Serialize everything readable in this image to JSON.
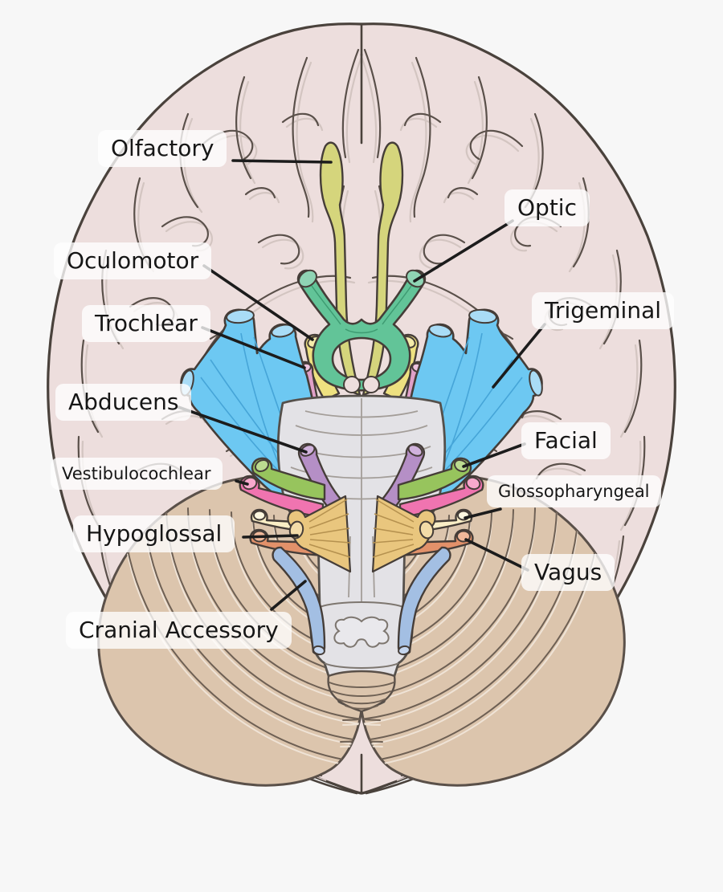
{
  "labels": {
    "olfactory": "Olfactory",
    "optic": "Optic",
    "oculomotor": "Oculomotor",
    "trochlear": "Trochlear",
    "trigeminal": "Trigeminal",
    "abducens": "Abducens",
    "facial": "Facial",
    "vestibulocochlear": "Vestibulocochlear",
    "glossopharyngeal": "Glossopharyngeal",
    "hypoglossal": "Hypoglossal",
    "vagus": "Vagus",
    "cranial_accessory": "Cranial Accessory"
  },
  "colors": {
    "background": "#f7f7f7",
    "cerebrum": "#eddedd",
    "cerebrum_outline": "#4a423c",
    "gyri": "#5a504a",
    "gyri_light": "#d3c5c1",
    "cerebellum": "#dcc5ad",
    "cerebellum_line": "#6e6054",
    "cerebellum_line_light": "#efe3d6",
    "brainstem": "#e3e2e6",
    "brainstem_line": "#55504b",
    "brainstem_striation": "#a39d98",
    "nerve_outline": "#453d38",
    "label_line": "#1c1c1c",
    "olfactory": "#d5d57c",
    "optic": "#62c498",
    "oculomotor": "#eee180",
    "trochlear": "#e0a0c8",
    "trigeminal": "#6dc8f2",
    "abducens": "#b58fc6",
    "facial": "#97c45d",
    "vestibulocochlear": "#f074b0",
    "glossopharyngeal": "#faeec6",
    "vagus": "#e2916a",
    "accessory": "#a3bfe3",
    "hypoglossal": "#e9c67e"
  }
}
